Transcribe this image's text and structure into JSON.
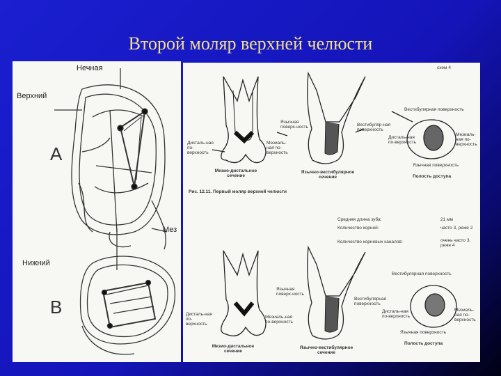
{
  "slide": {
    "title": "Второй моляр верхней челюсти",
    "accent_color": "#f5e08a"
  },
  "left_figure": {
    "label_palatal": "Нечная",
    "label_upper": "Верхний",
    "label_a": "A",
    "label_mesial": "Мез",
    "label_lower": "Нижний",
    "label_b": "B"
  },
  "right_figure": {
    "page_ref": "схем 4",
    "top": {
      "buccal_surface": "Вестибулярная поверхность",
      "lingual_surface": "Язычная поверх-ность",
      "vestibular_surface": "Вестибуляр-ная поверхность",
      "distal_surface": "Дисталь-ная по-верхность",
      "mesial_surface": "Мезиаль-ная по-верхность",
      "distal_surface_2": "Дисталь-ная по-верхность",
      "mesial_surface_2": "Мезиаль-ная по-верхность",
      "lingual_surface_2": "Язычная поверхность",
      "section_md": "Мезио-дистальное сечение",
      "section_lv": "Язычно-вестибулярное сечение",
      "access_cavity": "Полость доступа",
      "caption": "Рис. 12.11. Первый моляр верхней челюсти"
    },
    "table": {
      "rows": [
        {
          "label": "Средняя длина зуба:",
          "value": "21 мм"
        },
        {
          "label": "Количество корней:",
          "value": "часто 3, реже 2"
        },
        {
          "label": "Количество корневых каналов:",
          "value": "очень часто 3, реже 4"
        }
      ]
    },
    "bottom": {
      "buccal_surface": "Вестибулярная поверхность",
      "lingual_surface": "Язычная поверх-ность",
      "vestibular_surface": "Вестибулярная поверхность",
      "distal_surface": "Дисталь-ная по-верхность",
      "mesial_surface": "Мезиаль-ная по-верхность",
      "distal_surface_2": "Дисталь-ная по-верхность",
      "mesial_surface_2": "Мезиаль-ная по-верхность",
      "lingual_surface_2": "Язычная поверхность",
      "section_md": "Мезио-дистальное сечение",
      "section_lv": "Язычно-вестибулярное сечение",
      "access_cavity": "Полость доступа"
    }
  }
}
